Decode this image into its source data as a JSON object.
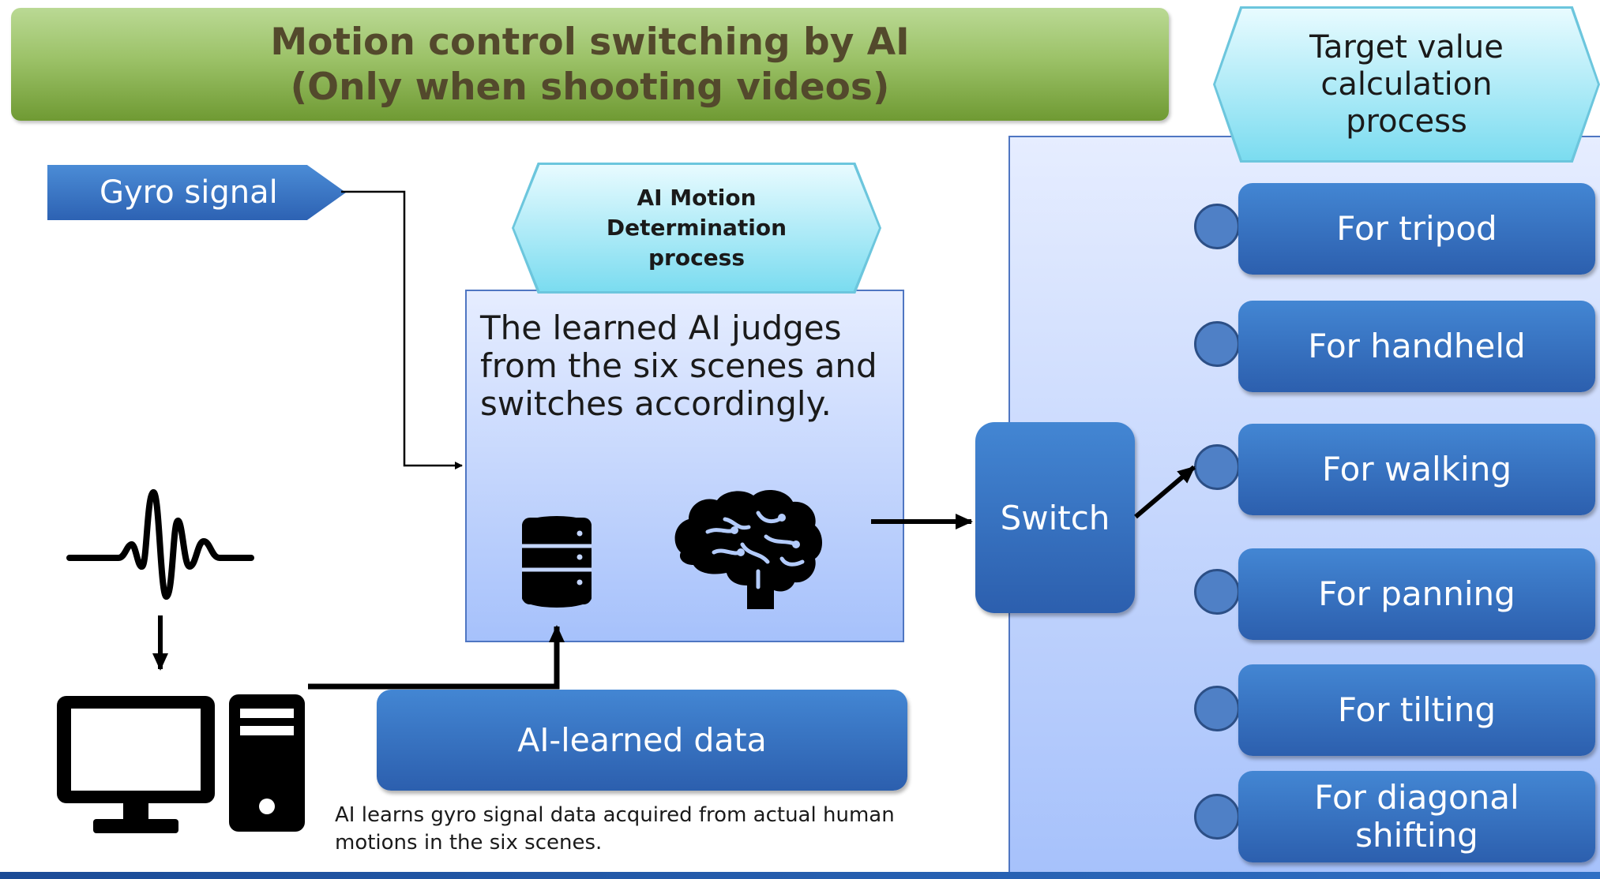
{
  "title": {
    "line1": "Motion control switching by AI",
    "line2": "(Only when shooting videos)"
  },
  "gyro_signal_label": "Gyro signal",
  "ai_motion_process": {
    "line1": "AI Motion",
    "line2": "Determination",
    "line3": "process"
  },
  "judge_text": "The learned AI judges from the six scenes and switches accordingly.",
  "switch_label": "Switch",
  "ai_learned_data_label": "AI-learned data",
  "footnote": "AI learns gyro signal data acquired from actual human motions in the six scenes.",
  "target_process": {
    "line1": "Target value",
    "line2": "calculation",
    "line3": "process"
  },
  "modes": [
    {
      "label": "For tripod"
    },
    {
      "label": "For handheld"
    },
    {
      "label": "For walking"
    },
    {
      "label": "For panning"
    },
    {
      "label": "For tilting"
    },
    {
      "label": "For diagonal shifting"
    }
  ],
  "icons": [
    "waveform-icon",
    "computer-icon",
    "database-icon",
    "brain-icon"
  ],
  "colors": {
    "title_green": "#9cc268",
    "title_text": "#53492c",
    "button_blue": "#2c5fae",
    "panel_light_blue": "#a6c1fb",
    "hex_cyan": "#7bdcf0"
  }
}
